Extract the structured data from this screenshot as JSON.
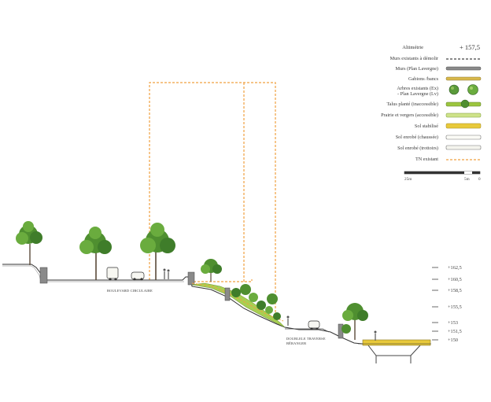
{
  "legend": {
    "altimetry": {
      "label": "Altimétrie",
      "value": "+ 157,5"
    },
    "items": [
      {
        "label": "Murs existants à démolir",
        "icon": "dashed-line-icon"
      },
      {
        "label": "Murs (Plan Lavergne)",
        "icon": "grey-bar-icon"
      },
      {
        "label": "Gabions /bancs",
        "icon": "ochre-bar-icon"
      },
      {
        "label": "Arbres existants (Ex) - Plan Lavergne (Lv)",
        "icon": "tree-symbols-icon"
      },
      {
        "label": "Talus planté (inaccessible)",
        "icon": "green-bar-icon"
      },
      {
        "label": "Prairie et vergers (accessible)",
        "icon": "light-green-bar-icon"
      },
      {
        "label": "Sol stabilisé",
        "icon": "yellow-bar-icon"
      },
      {
        "label": "Sol enrobé (chaussée)",
        "icon": "white-bar-icon"
      },
      {
        "label": "Sol enrobé (trottoirs)",
        "icon": "white-bar-icon"
      },
      {
        "label": "TN existant",
        "icon": "orange-dashed-line-icon"
      }
    ],
    "scale": {
      "left": "25m",
      "middle": "5m",
      "right": "0"
    }
  },
  "levels": [
    "+162,5",
    "+160,5",
    "+158,5",
    "+155,5",
    "+153",
    "+151,5",
    "+150"
  ],
  "street_labels": {
    "boulevard": "BOULEVARD CIRCULAIRE",
    "traverse": [
      "DOUBLELE TRAVERSE",
      "BÉRANGER"
    ]
  },
  "colors": {
    "orange_dash": "#f0a040",
    "green": "#8fbf3a",
    "dark_green": "#3f7d2a",
    "ochre": "#d9b84a",
    "yellow": "#e8c93a",
    "grey": "#8a8a8a",
    "ink": "#333333"
  }
}
